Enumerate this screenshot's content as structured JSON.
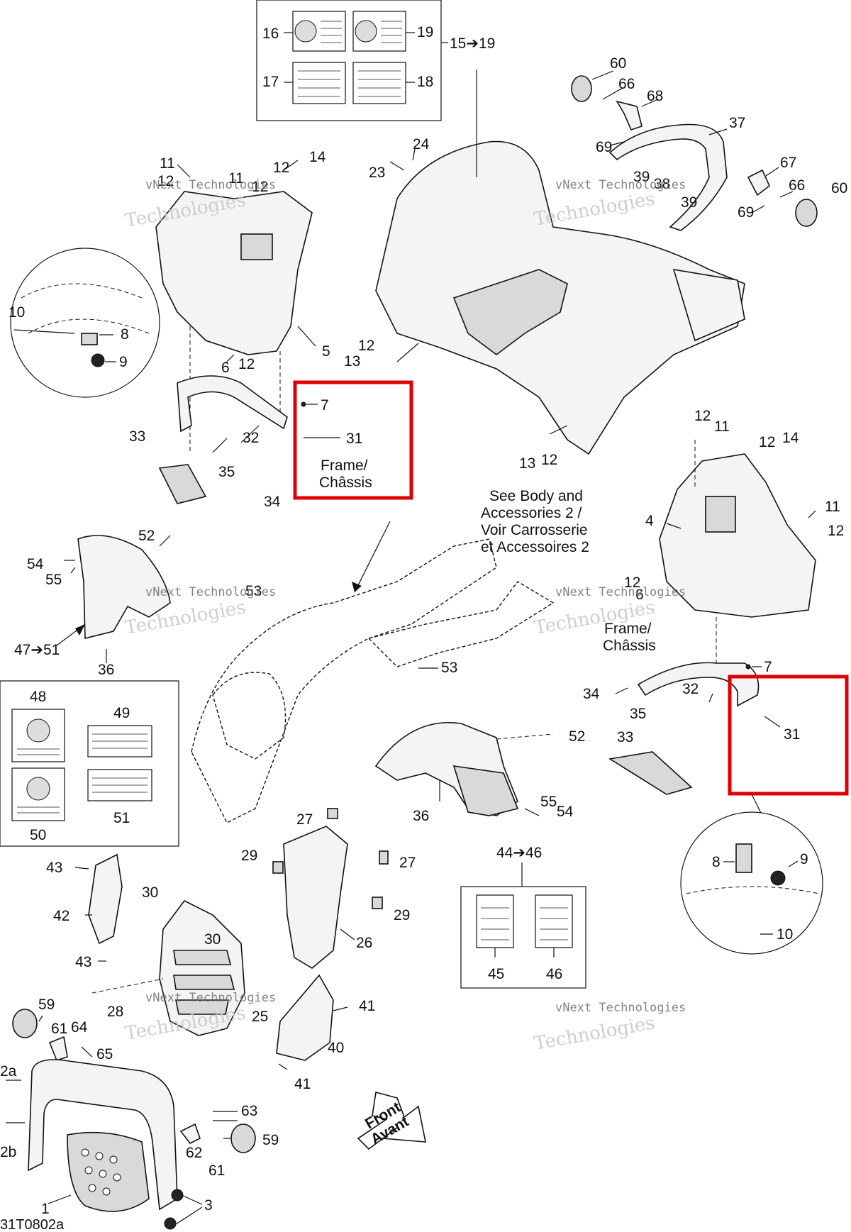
{
  "labels": {
    "l16": "16",
    "l19": "19",
    "l17": "17",
    "l18": "18",
    "l15_19": "15➔19",
    "l60a": "60",
    "l66a": "66",
    "l68": "68",
    "l69a": "69",
    "l37": "37",
    "l67": "67",
    "l66b": "66",
    "l60b": "60",
    "l69b": "69",
    "l39a": "39",
    "l38": "38",
    "l39b": "39",
    "l24": "24",
    "l23": "23",
    "l11a": "11",
    "l12a": "12",
    "l11b": "11",
    "l12b": "12",
    "l12c": "12",
    "l14a": "14",
    "l10a": "10",
    "l8a": "8",
    "l9a": "9",
    "l5": "5",
    "l6a": "6",
    "l12d": "12",
    "l12e": "12",
    "l13a": "13",
    "l7a": "7",
    "l31a": "31",
    "frame_a": "Frame/",
    "chassis_a": "Châssis",
    "l33a": "33",
    "l32a": "32",
    "l35a": "35",
    "l34a": "34",
    "l13b": "13",
    "l12f": "12",
    "l12g": "12",
    "l11c": "11",
    "l12h": "12",
    "l14b": "14",
    "l4": "4",
    "l11d": "11",
    "l12i": "12",
    "l6b": "6",
    "l12j": "12",
    "see1": "See Body and",
    "see2": "Accessories 2 /",
    "see3": "Voir Carrosserie",
    "see4": "et Accessoires 2",
    "l52a": "52",
    "l54a": "54",
    "l55a": "55",
    "l53a": "53",
    "l47_51": "47➔51",
    "l36a": "36",
    "l53b": "53",
    "frame_b": "Frame/",
    "chassis_b": "Châssis",
    "l7b": "7",
    "l34b": "34",
    "l32b": "32",
    "l35b": "35",
    "l31b": "31",
    "l33b": "33",
    "l48": "48",
    "l49": "49",
    "l50": "50",
    "l51": "51",
    "l52b": "52",
    "l36b": "36",
    "l55b": "55",
    "l54b": "54",
    "l44_46": "44➔46",
    "l8b": "8",
    "l9b": "9",
    "l10b": "10",
    "l27a": "27",
    "l27b": "27",
    "l29a": "29",
    "l29b": "29",
    "l26": "26",
    "l43a": "43",
    "l42": "42",
    "l43b": "43",
    "l30a": "30",
    "l30b": "30",
    "l45": "45",
    "l46": "46",
    "l59a": "59",
    "l61a": "61",
    "l64": "64",
    "l28": "28",
    "l65": "65",
    "l25": "25",
    "l41a": "41",
    "l40": "40",
    "l41b": "41",
    "l2a": "2a",
    "l2b": "2b",
    "l63": "63",
    "l59b": "59",
    "l62": "62",
    "l61b": "61",
    "l1": "1",
    "l3": "3",
    "front1": "Front",
    "front2": "Avant",
    "ref_code": "31T0802a"
  },
  "watermark": {
    "small": "vNext Technologies",
    "large": "Technologies"
  },
  "highlight_color": "#e00000"
}
